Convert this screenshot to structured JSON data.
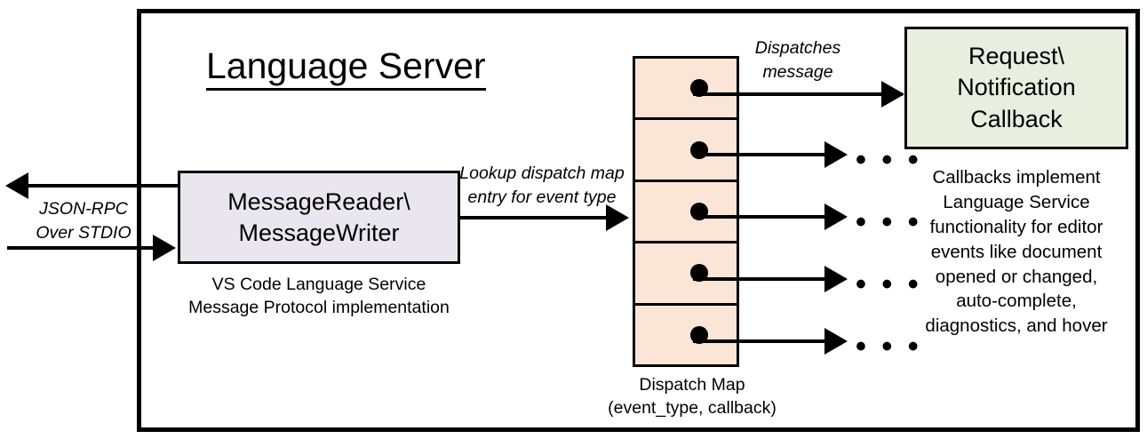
{
  "diagram": {
    "title": "Language Server",
    "boundary_name": "language-server-boundary"
  },
  "reader": {
    "line1": "MessageReader\\",
    "line2": "MessageWriter",
    "caption_line1": "VS Code Language Service",
    "caption_line2": "Message Protocol implementation"
  },
  "callback": {
    "line1": "Request\\",
    "line2": "Notification",
    "line3": "Callback",
    "caption_line1": "Callbacks implement",
    "caption_line2": "Language Service",
    "caption_line3": "functionality for editor",
    "caption_line4": "events like document",
    "caption_line5": "opened or changed,",
    "caption_line6": "auto-complete,",
    "caption_line7": "diagnostics, and hover"
  },
  "dispatch_map": {
    "caption_line1": "Dispatch Map",
    "caption_line2": "(event_type, callback)",
    "cells": [
      {
        "index": 1
      },
      {
        "index": 2
      },
      {
        "index": 3
      },
      {
        "index": 4
      },
      {
        "index": 5
      }
    ]
  },
  "edges": {
    "jsonrpc_line1": "JSON-RPC",
    "jsonrpc_line2": "Over STDIO",
    "lookup_line1": "Lookup dispatch",
    "lookup_line2": "map entry for",
    "lookup_line3": "event type",
    "dispatch_line1": "Dispatches",
    "dispatch_line2": "message",
    "ellipsis": "• • •"
  },
  "colors": {
    "reader_fill": "#EAE6F0",
    "callback_fill": "#E8EFDF",
    "map_fill": "#FBE5D6",
    "stroke": "#000000",
    "background": "#FFFFFF"
  }
}
